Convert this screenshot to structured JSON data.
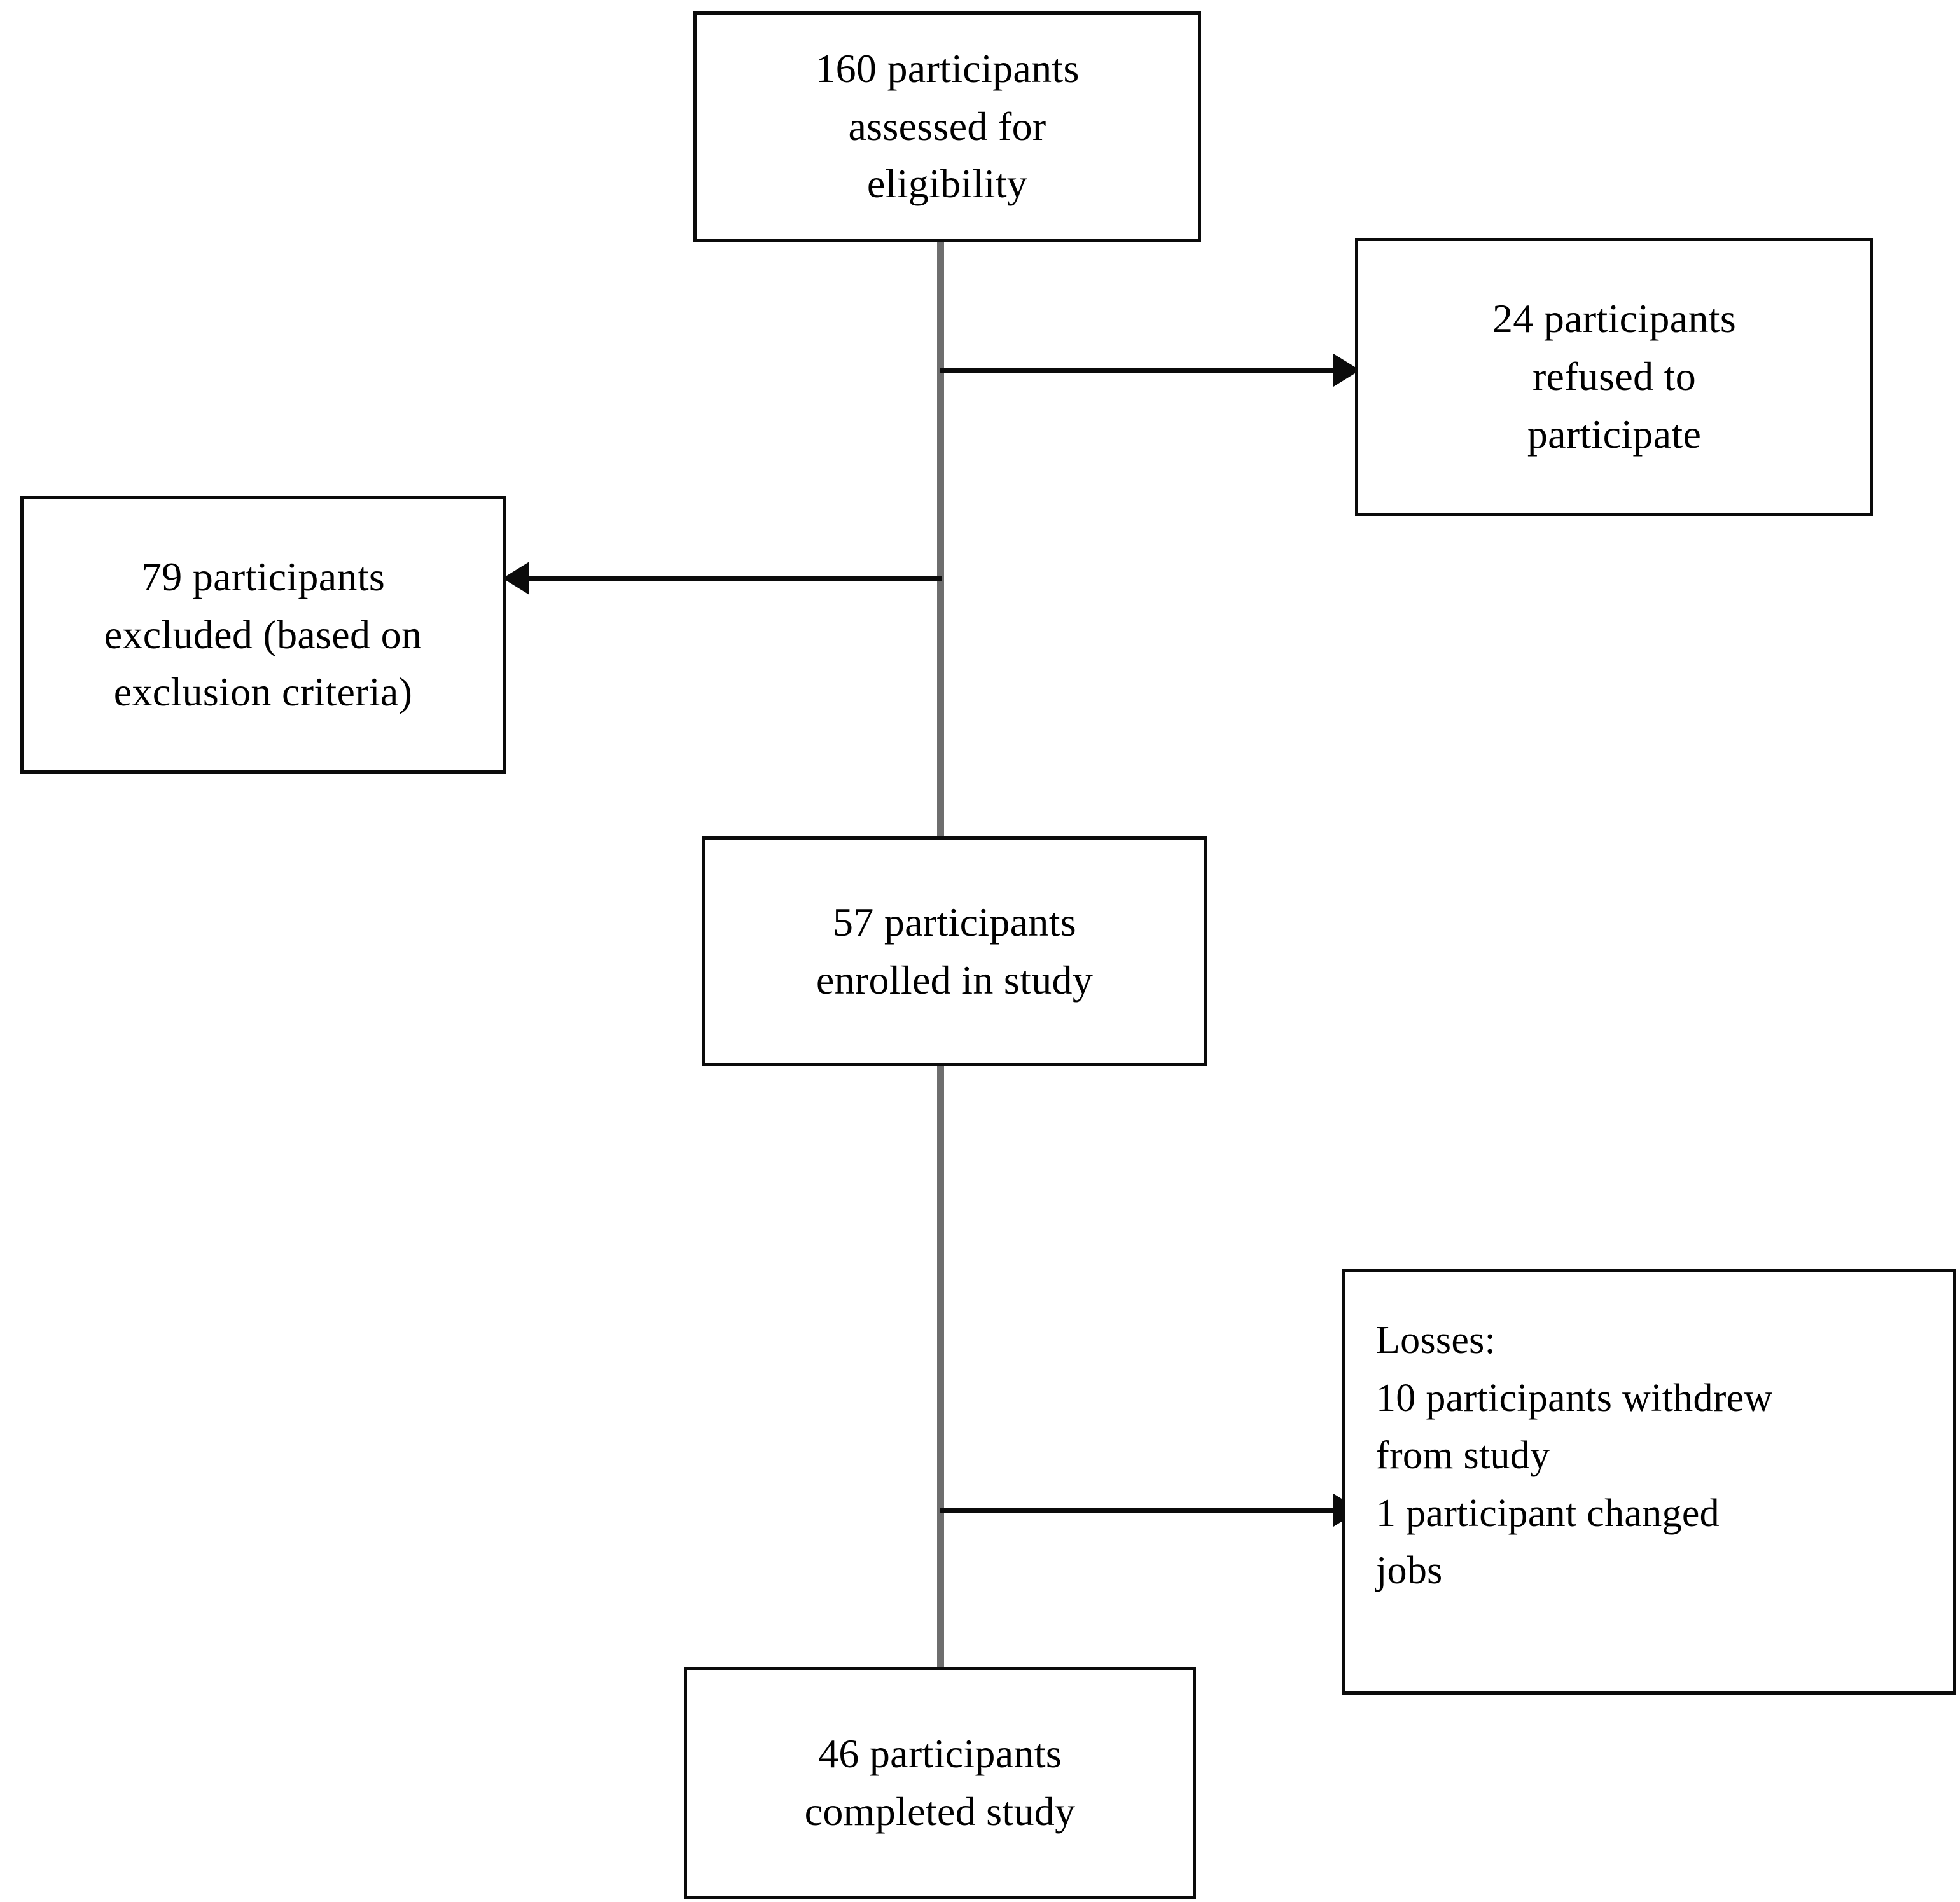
{
  "diagram": {
    "type": "participant-flow-chart",
    "orientation": "vertical-spine-with-side-branches",
    "nodes": {
      "assessed": {
        "label": "160 participants\nassessed for\neligibility",
        "count": 160,
        "stage": "assessed for eligibility"
      },
      "refused": {
        "label": "24 participants\nrefused to\nparticipate",
        "count": 24,
        "stage": "refused to participate"
      },
      "excluded": {
        "label": "79 participants\nexcluded (based on\nexclusion criteria)",
        "count": 79,
        "stage": "excluded (based on exclusion criteria)"
      },
      "enrolled": {
        "label": "57 participants\nenrolled in study",
        "count": 57,
        "stage": "enrolled in study"
      },
      "losses": {
        "label": "Losses:\n10 participants withdrew\nfrom study\n1    participant    changed\njobs",
        "heading": "Losses:",
        "items": [
          {
            "count": 10,
            "text": "10 participants withdrew from study"
          },
          {
            "count": 1,
            "text": "1 participant changed jobs"
          }
        ]
      },
      "completed": {
        "label": "46 participants\ncompleted study",
        "count": 46,
        "stage": "completed study"
      }
    },
    "edges": [
      {
        "from": "assessed",
        "to": "refused",
        "direction": "right",
        "label": ""
      },
      {
        "from": "assessed",
        "to": "excluded",
        "direction": "left",
        "label": ""
      },
      {
        "from": "assessed",
        "to": "enrolled",
        "direction": "down",
        "label": ""
      },
      {
        "from": "enrolled",
        "to": "losses",
        "direction": "right",
        "label": ""
      },
      {
        "from": "enrolled",
        "to": "completed",
        "direction": "down",
        "label": ""
      }
    ],
    "colors": {
      "background": "#ffffff",
      "box_border": "#0b0b0b",
      "text": "#000000",
      "spine_line": "#6e6e6e",
      "arrow": "#0b0b0b"
    }
  }
}
